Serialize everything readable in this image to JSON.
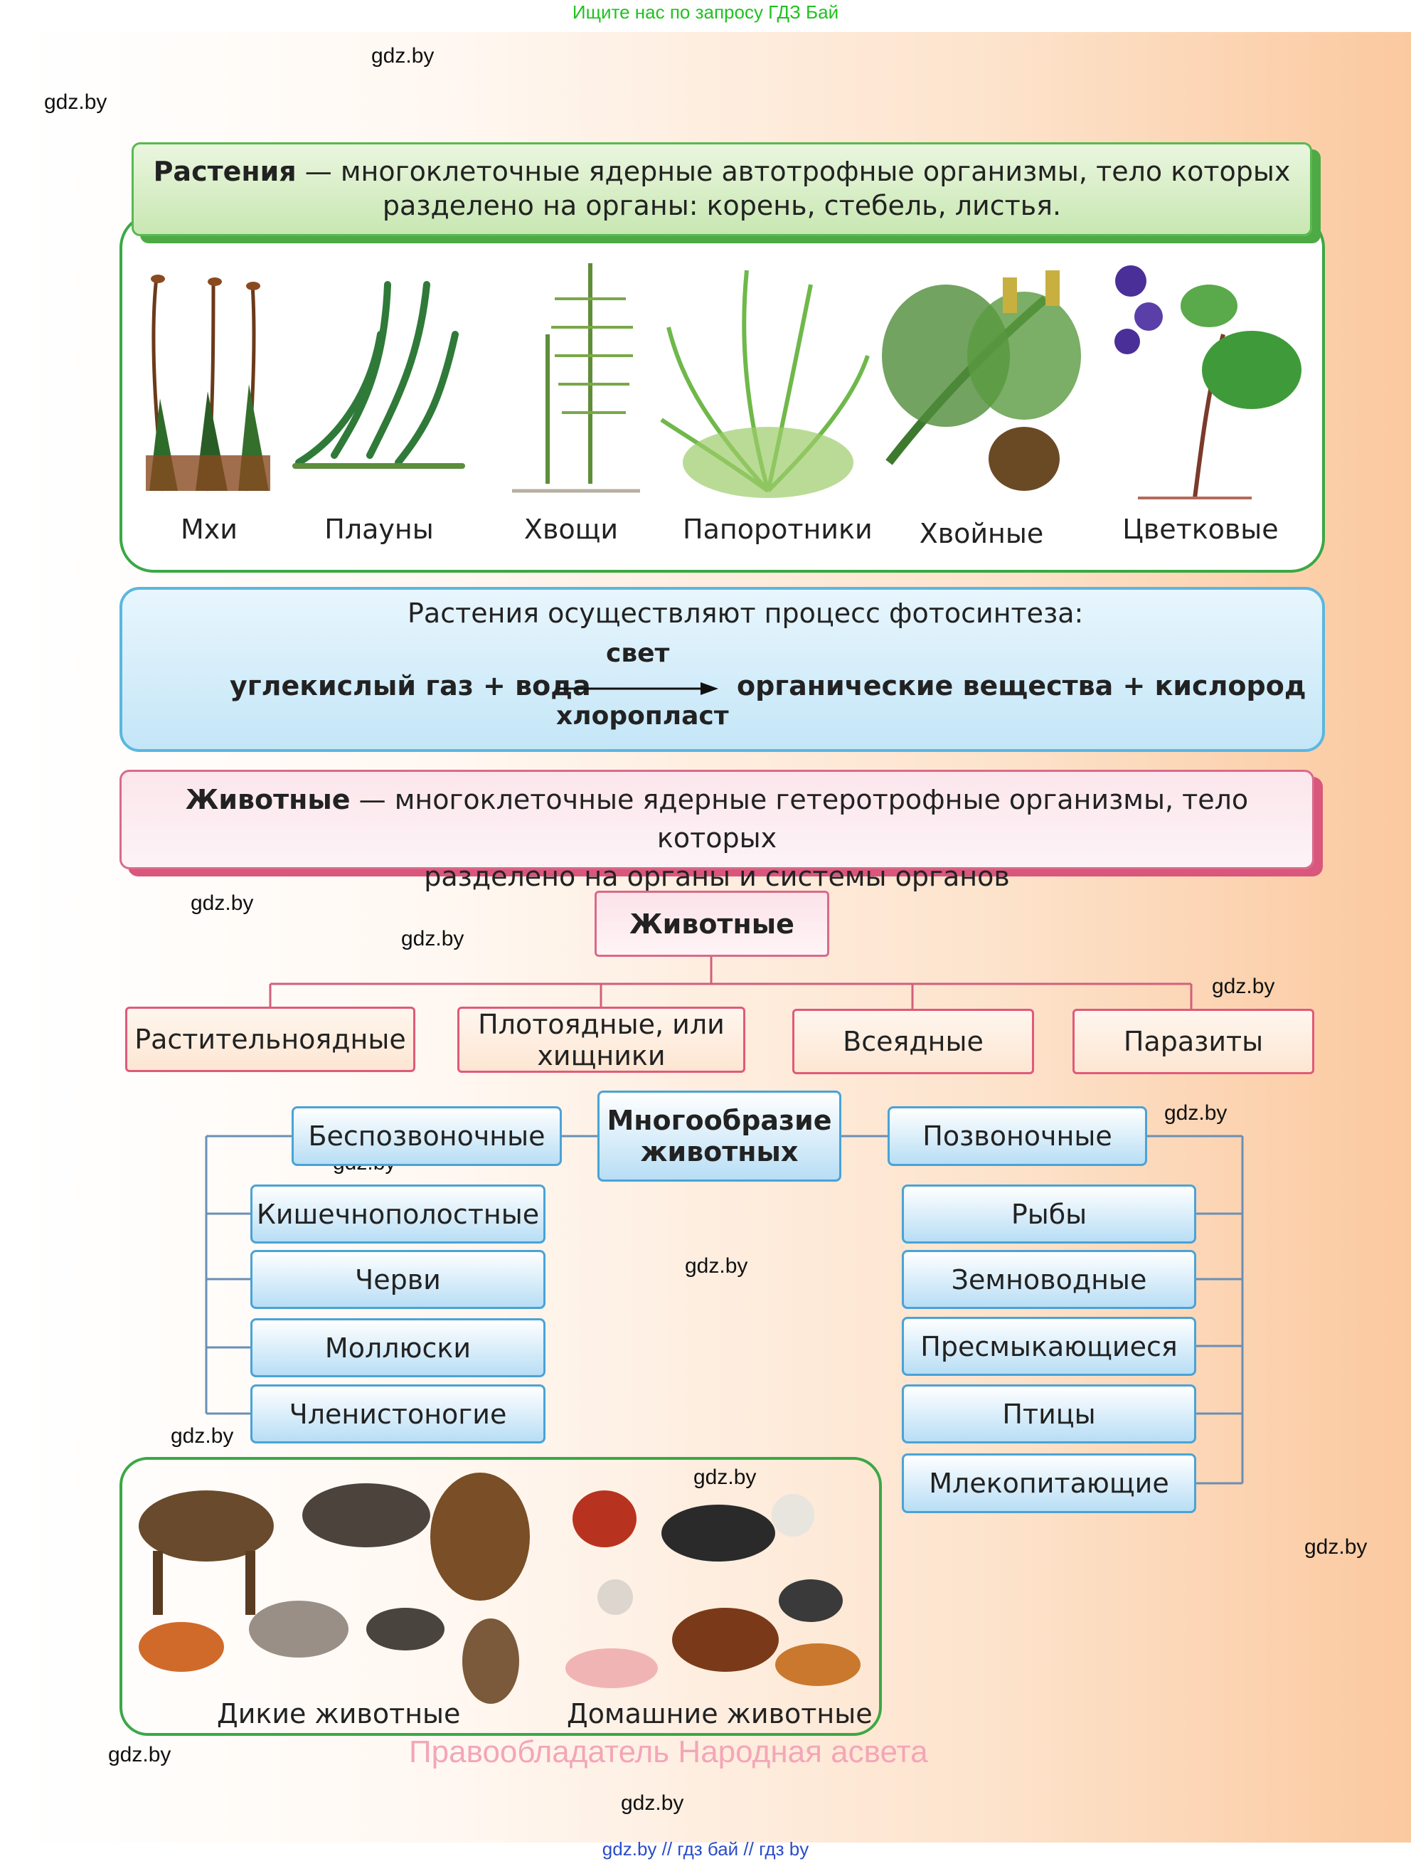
{
  "header_text": "Ищите нас по запросу ГДЗ Бай",
  "footer_text": "gdz.by  //  гдз бай  //  гдз by",
  "rights_text": "Правообладатель Народная асвета",
  "watermark": "gdz.by",
  "plants": {
    "term": "Растения",
    "definition_line1": " — многоклеточные ядерные автотрофные организмы, тело которых",
    "definition_line2": "разделено на органы: корень, стебель, листья.",
    "groups": [
      "Мхи",
      "Плауны",
      "Хвощи",
      "Папоротники",
      "Хвойные",
      "Цветковые"
    ]
  },
  "photosynthesis": {
    "intro": "Растения осуществляют процесс фотосинтеза:",
    "reactants": "углекислый газ + вода",
    "condition_top": "свет",
    "condition_bottom": "хлоропласт",
    "products": "органические вещества + кислород"
  },
  "animals": {
    "term": "Животные",
    "definition_line1": " — многоклеточные ядерные гетеротрофные организмы, тело которых",
    "definition_line2": "разделено на органы и системы органов",
    "root": "Животные",
    "nutrition_types": [
      "Растительноядные",
      "Плотоядные, или хищники",
      "Всеядные",
      "Паразиты"
    ],
    "diversity_title": "Многообразие животных",
    "invertebrates": {
      "title": "Беспозвоночные",
      "items": [
        "Кишечнополостные",
        "Черви",
        "Моллюски",
        "Членистоногие"
      ]
    },
    "vertebrates": {
      "title": "Позвоночные",
      "items": [
        "Рыбы",
        "Земноводные",
        "Пресмыкающиеся",
        "Птицы",
        "Млекопитающие"
      ]
    },
    "wild_label": "Дикие животные",
    "domestic_label": "Домашние животные"
  }
}
